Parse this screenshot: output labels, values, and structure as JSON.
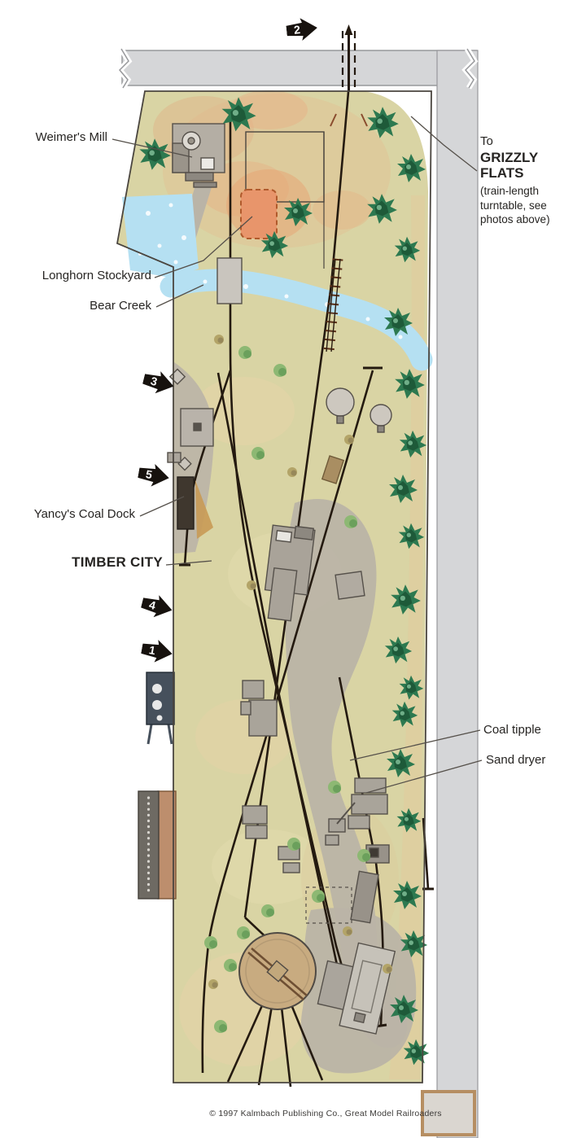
{
  "figure": {
    "kind": "model railroad track plan",
    "town": "TIMBER CITY",
    "copyright": "© 1997 Kalmbach Publishing Co., Great Model Railroaders"
  },
  "labels": {
    "weimers_mill": "Weimer's Mill",
    "longhorn_stockyard": "Longhorn Stockyard",
    "bear_creek": "Bear Creek",
    "yancys_coal_dock": "Yancy's Coal Dock",
    "timber_city": "TIMBER CITY",
    "coal_tipple": "Coal tipple",
    "sand_dryer": "Sand dryer",
    "grizzly_to": "To",
    "grizzly_name": "GRIZZLY FLATS",
    "grizzly_note": "(train-length turntable, see photos above)"
  },
  "markers": [
    {
      "number": "2",
      "position": "top, at backdrop track exit"
    },
    {
      "number": "3",
      "position": "left edge, upper yard"
    },
    {
      "number": "5",
      "position": "left edge, at Yancy's Coal Dock"
    },
    {
      "number": "4",
      "position": "left edge, below Timber City"
    },
    {
      "number": "1",
      "position": "left edge, at fascia panel"
    }
  ],
  "colors": {
    "terrain": "#d9d4a4",
    "sand_patch": "#e3c193",
    "water": "#b5e0f2",
    "benchwork_gray": "#d5d6d8",
    "road_gray": "#bab4a7",
    "track_black": "#241a10",
    "trestle_brown": "#8a4c2e",
    "tree_green": "#2d7950",
    "stockyard_orange": "#e8956b",
    "marker_black": "#17120e"
  }
}
